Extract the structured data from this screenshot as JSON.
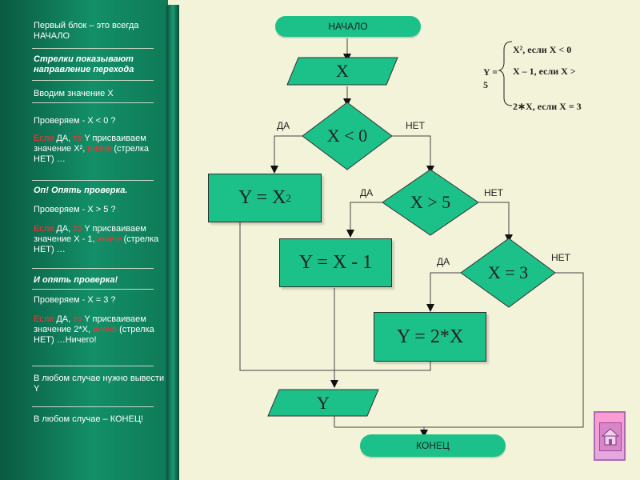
{
  "sidebar": {
    "items": [
      {
        "text": "Первый блок – это всегда НАЧАЛО"
      },
      {
        "text": "Стрелки показывают направление перехода"
      },
      {
        "text": "Вводим значение X"
      },
      {
        "text": "Проверяем - X < 0 ?"
      },
      {
        "t1": "Если",
        "t2": " ДА, ",
        "t3": "то",
        "t4": " Y присваиваем значение X², ",
        "t5": "иначе",
        "t6": " (стрелка НЕТ) …"
      },
      {
        "text": "Оп! Опять проверка."
      },
      {
        "text": "Проверяем - X > 5 ?"
      },
      {
        "t1": "Если",
        "t2": " ДА, ",
        "t3": "то",
        "t4": " Y присваиваем значение X - 1, ",
        "t5": "иначе",
        "t6": " (стрелка НЕТ) …"
      },
      {
        "text": "И опять проверка!"
      },
      {
        "text": "Проверяем - X = 3 ?"
      },
      {
        "t1": "Если",
        "t2": " ДА, ",
        "t3": "то",
        "t4": " Y присваиваем значение 2*X, ",
        "t5": "иначе",
        "t6": " (стрелка НЕТ) …Ничего!"
      },
      {
        "text": "В любом случае нужно вывести Y"
      },
      {
        "text": "В любом случае – КОНЕЦ!"
      }
    ]
  },
  "flowchart": {
    "start": "НАЧАЛО",
    "input": "X",
    "cond1": "X < 0",
    "cond2": "X > 5",
    "cond3": "X = 3",
    "assign1": "Y = X",
    "assign1_sup": "2",
    "assign2": "Y = X - 1",
    "assign3": "Y = 2*X",
    "output": "Y",
    "end": "КОНЕЦ",
    "yes": "ДА",
    "no": "НЕТ"
  },
  "formula": {
    "lhs": "Y =",
    "lhs2": "5",
    "line1": "X², если X < 0",
    "line2": "X – 1, если  X >",
    "line3": "2∗X, если X = 3"
  },
  "colors": {
    "node_fill": "#1cc089",
    "sidebar": "#138f68",
    "background": "#f3f3d9",
    "highlight": "#ff3030"
  },
  "icons": {
    "home": "home-icon"
  }
}
